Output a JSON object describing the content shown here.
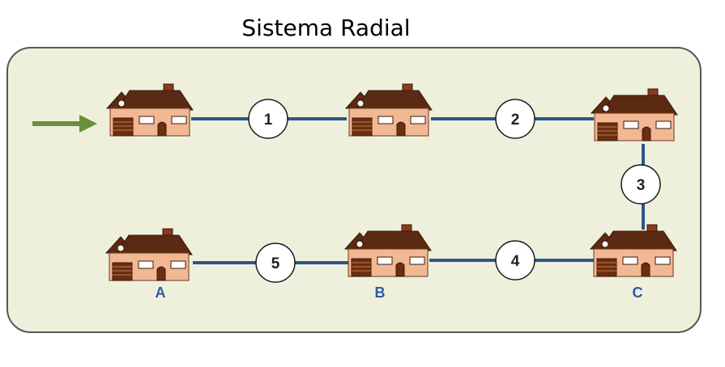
{
  "title": "Sistema Radial",
  "colors": {
    "panel_bg": "#eef0dc",
    "panel_border": "#565656",
    "line": "#2f5488",
    "arrow": "#6b8f3a",
    "house_wall": "#f2b894",
    "house_roof": "#5b2a12",
    "label": "#2e59a6"
  },
  "nodes": [
    {
      "id": "1",
      "label": "1"
    },
    {
      "id": "2",
      "label": "2"
    },
    {
      "id": "3",
      "label": "3"
    },
    {
      "id": "4",
      "label": "4"
    },
    {
      "id": "5",
      "label": "5"
    }
  ],
  "houses": [
    {
      "id": "h-top-1",
      "label": ""
    },
    {
      "id": "h-top-2",
      "label": ""
    },
    {
      "id": "h-top-3",
      "label": ""
    },
    {
      "id": "h-a",
      "label": "A"
    },
    {
      "id": "h-b",
      "label": "B"
    },
    {
      "id": "h-c",
      "label": "C"
    }
  ],
  "icons": {
    "source_arrow": "arrow-right-icon",
    "house": "house-icon"
  }
}
